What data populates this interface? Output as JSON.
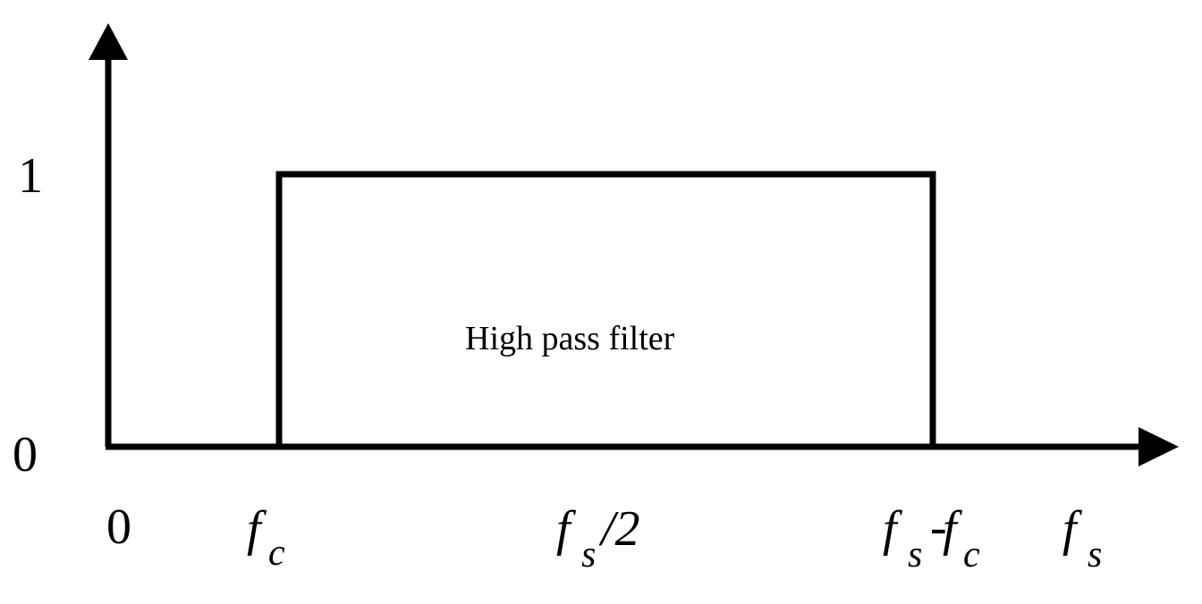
{
  "diagram": {
    "y_ticks": {
      "one": "1",
      "zero": "0"
    },
    "x_ticks": {
      "zero": "0",
      "fc": {
        "main": "f",
        "sub": "c"
      },
      "fs_half": {
        "main": "f",
        "sub": "s",
        "tail": "/2"
      },
      "fs_minus_fc": {
        "main": "f",
        "sub": "s",
        "dash": "-",
        "main2": "f",
        "sub2": "c"
      },
      "fs": {
        "main": "f",
        "sub": "s"
      }
    },
    "filter_label": "High pass filter",
    "colors": {
      "stroke": "#000000",
      "background": "#ffffff"
    }
  }
}
